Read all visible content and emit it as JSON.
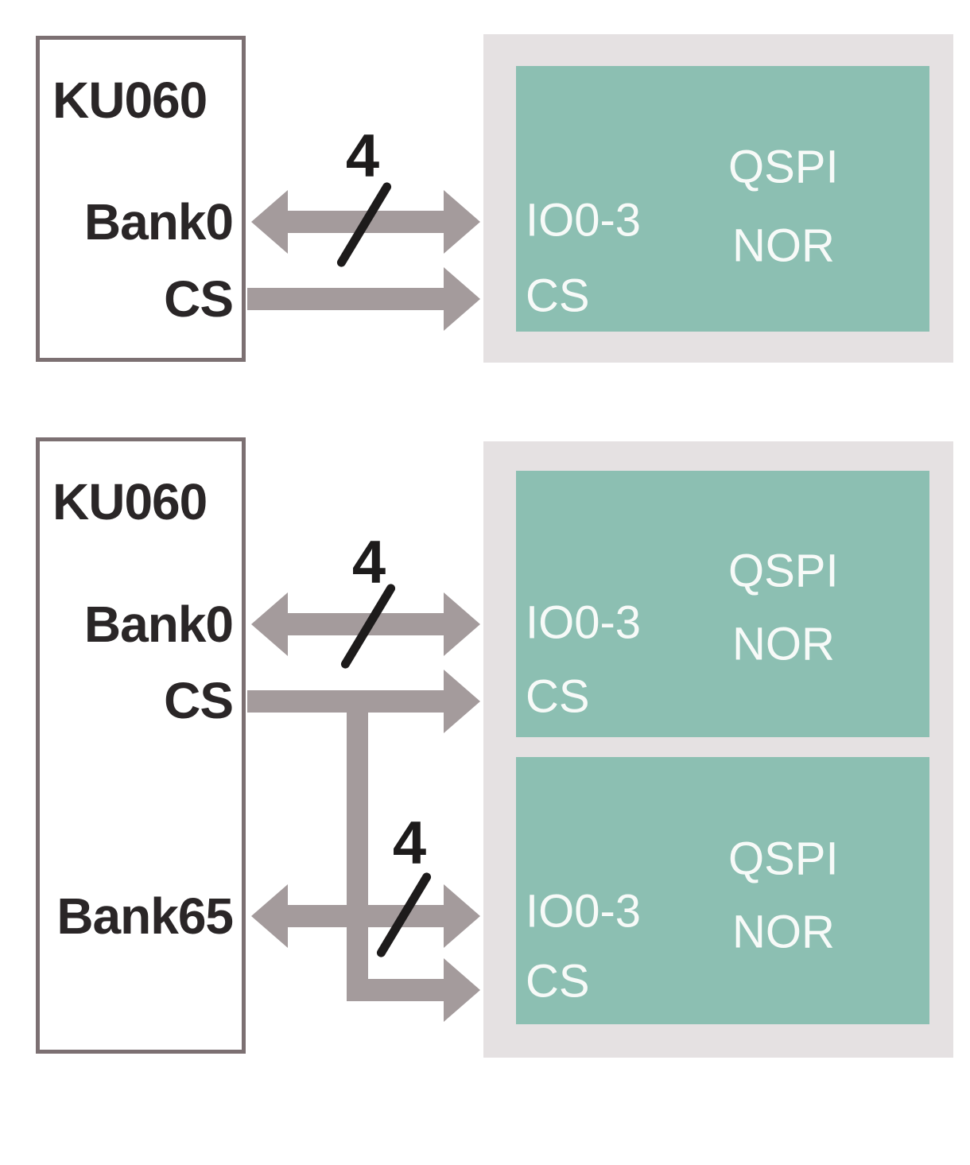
{
  "colors": {
    "background": "#ffffff",
    "teal": "#8cbfb2",
    "container": "#e5e1e2",
    "arrow": "#a49b9c",
    "border": "#7c7072",
    "text-dark": "#2a2627",
    "text-light": "#f7faf8",
    "annotation": "#1d1b1b"
  },
  "diagrams": [
    {
      "fpga": {
        "title": "KU060",
        "ports": [
          "Bank0",
          "CS"
        ]
      },
      "memories": [
        {
          "pins": [
            "IO0-3",
            "CS"
          ],
          "label_line1": "QSPI",
          "label_line2": "NOR"
        }
      ],
      "bus_width_labels": [
        "4"
      ]
    },
    {
      "fpga": {
        "title": "KU060",
        "ports": [
          "Bank0",
          "CS",
          "Bank65"
        ]
      },
      "memories": [
        {
          "pins": [
            "IO0-3",
            "CS"
          ],
          "label_line1": "QSPI",
          "label_line2": "NOR"
        },
        {
          "pins": [
            "IO0-3",
            "CS"
          ],
          "label_line1": "QSPI",
          "label_line2": "NOR"
        }
      ],
      "bus_width_labels": [
        "4",
        "4"
      ]
    }
  ]
}
